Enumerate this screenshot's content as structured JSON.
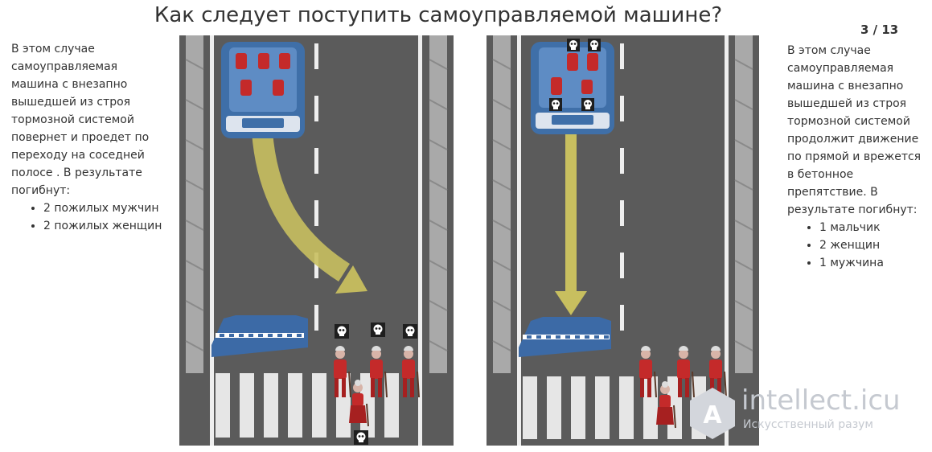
{
  "page": {
    "title": "Как следует поступить самоуправляемой машине?",
    "counter": "3 / 13"
  },
  "left_option": {
    "description": "В этом случае самоуправляемая машина с внезапно вышедшей из строя тормозной системой повернет и проедет по переходу на соседней полосе . В результате погибнут:",
    "victims": [
      "2 пожилых мужчин",
      "2 пожилых женщин"
    ]
  },
  "right_option": {
    "description": "В этом случае самоуправляемая машина с внезапно вышедшей из строя тормозной системой продолжит движение по прямой и врежется в бетонное препятствие. В результате погибнут:",
    "victims": [
      "1 мальчик",
      "2 женщин",
      "1 мужчина"
    ]
  },
  "watermark": {
    "brand": "intellect.icu",
    "tagline": "Искусственный разум"
  },
  "colors": {
    "road": "#5b5b5b",
    "car": "#3f6fa8",
    "arrow": "#c8bf5f",
    "pedestrian": "#c42a2a",
    "barrier": "#3c6aa6"
  }
}
